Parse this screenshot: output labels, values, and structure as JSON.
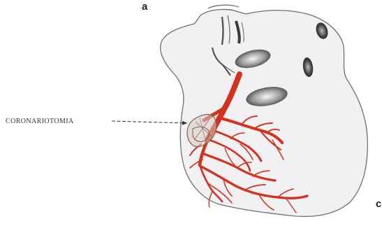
{
  "figure": {
    "panel_label_top": "a",
    "panel_label_bottom_right": "c",
    "callout_label": "CORONARIOTOMIA",
    "colors": {
      "heart_fill": "#f1f1f3",
      "heart_outline": "#6f6f6f",
      "artery": "#d3321f",
      "vessel_dark": "#3a3a3a",
      "incision": "#7a5a40"
    }
  }
}
